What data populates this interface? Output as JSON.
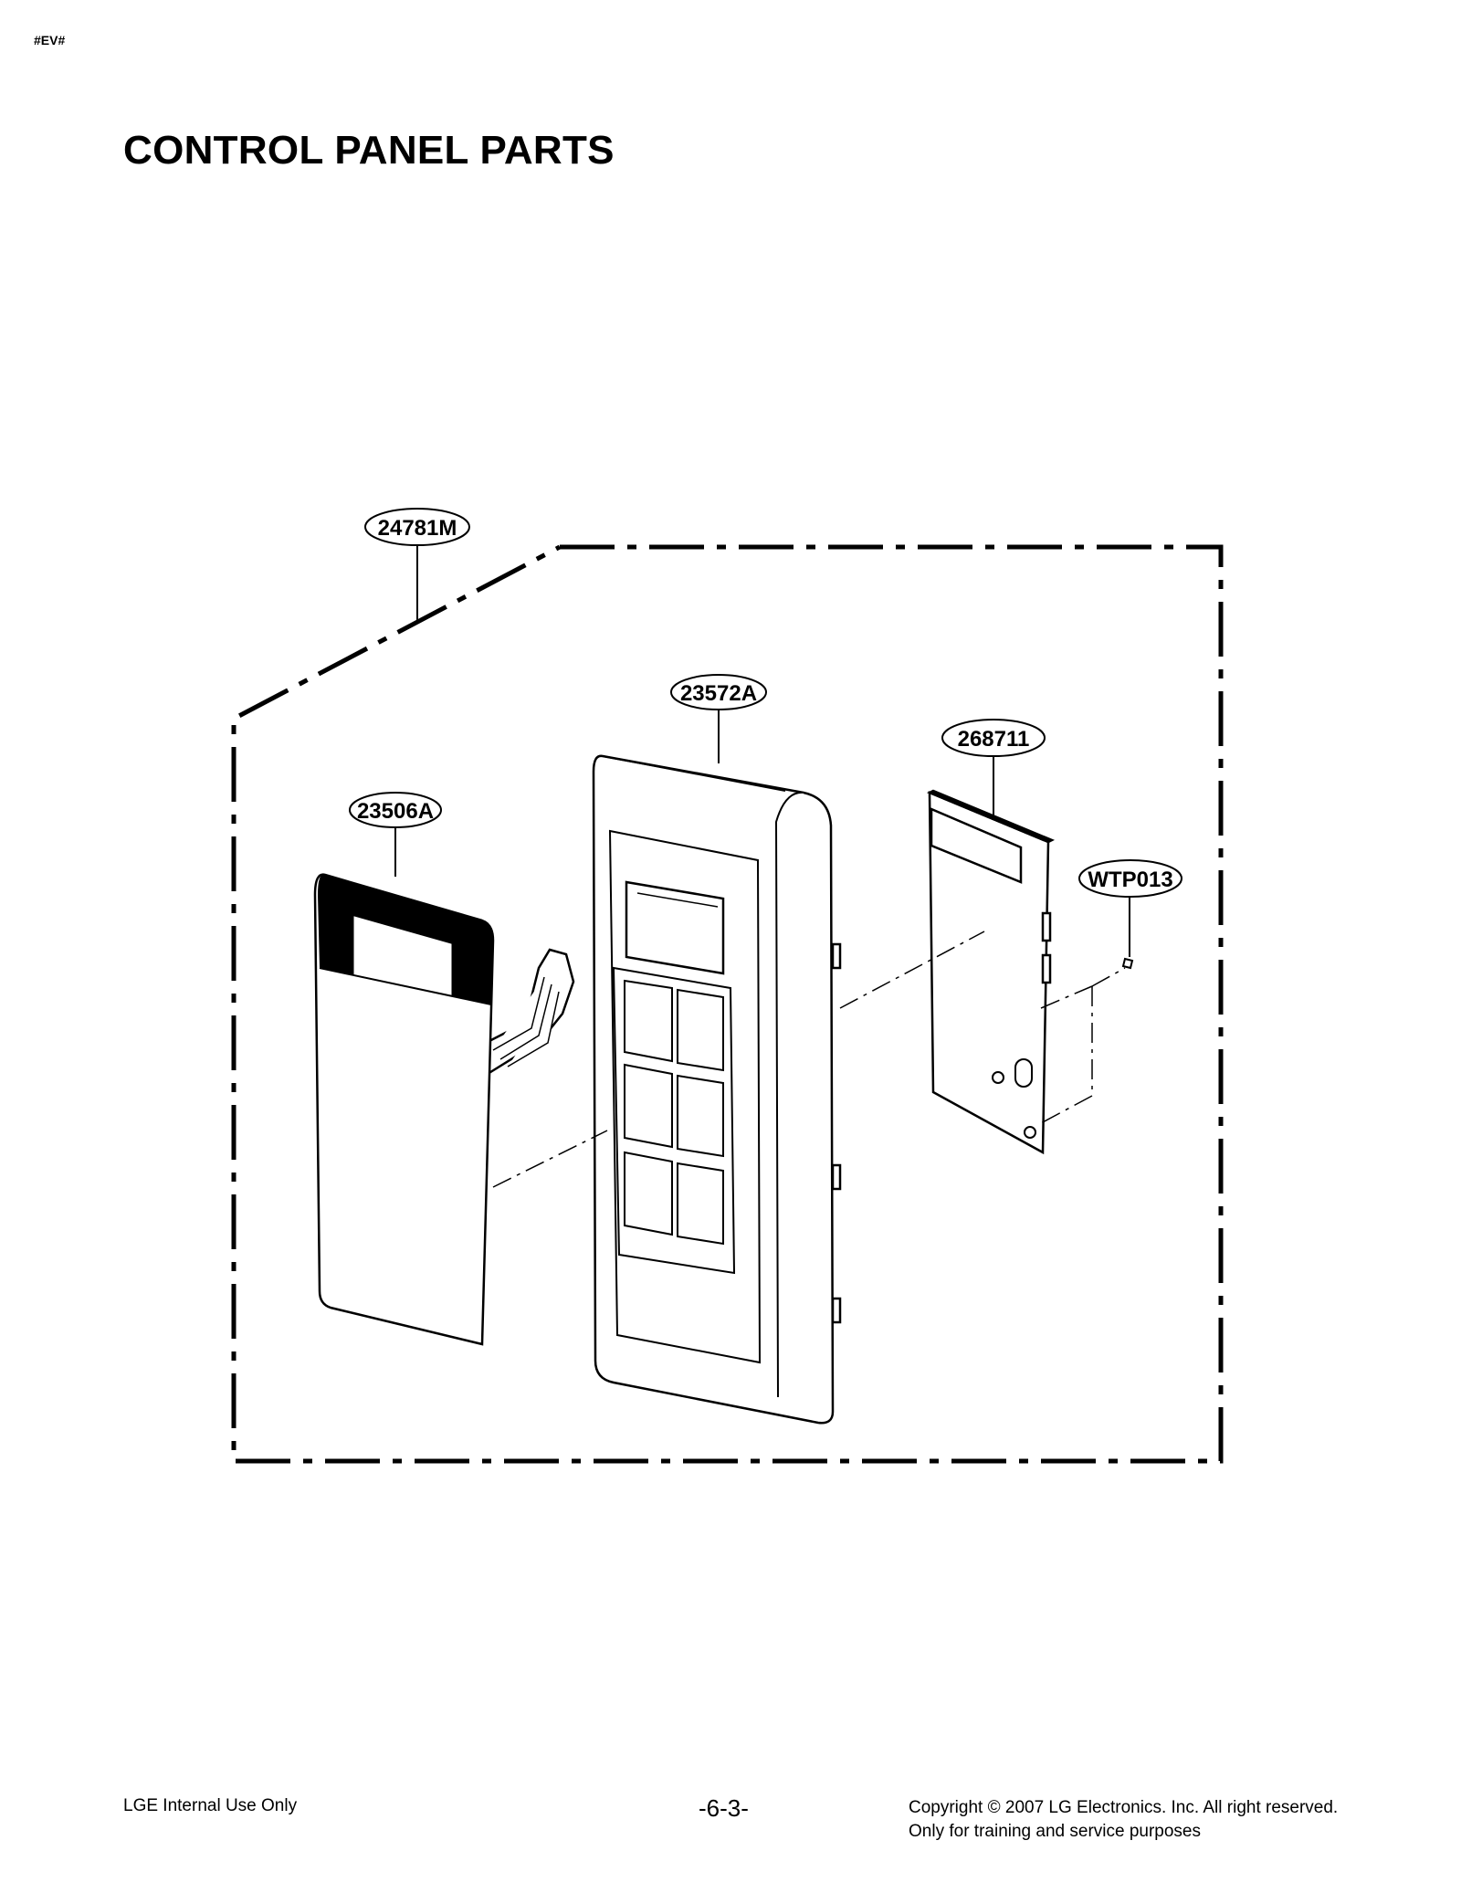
{
  "header": {
    "corner_mark": "#EV#",
    "title": "CONTROL PANEL PARTS"
  },
  "diagram": {
    "callouts": {
      "assembly": "24781M",
      "front_frame": "23572A",
      "membrane_panel": "23506A",
      "pcb": "268711",
      "screw": "WTP013"
    }
  },
  "footer": {
    "left": "LGE Internal Use Only",
    "page_number": "-6-3-",
    "copyright_line1": "Copyright © 2007 LG Electronics. Inc. All right reserved.",
    "copyright_line2": "Only for training and service purposes"
  }
}
